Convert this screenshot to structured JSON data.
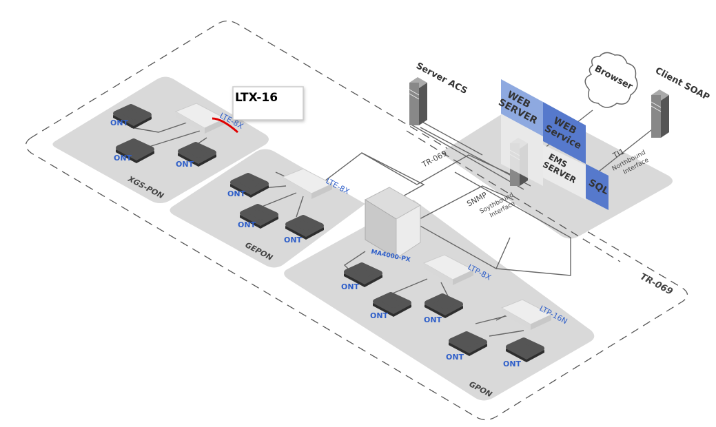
{
  "callout": {
    "title": "LTX-16"
  },
  "zones": {
    "xgs_pon": "XGS-PON",
    "gepon": "GEPON",
    "gpon": "GPON",
    "outer": "TR-069"
  },
  "devices": {
    "ont": "ONT",
    "lte8x_a": "LTE-8X",
    "lte8x_b": "LTE-8X",
    "ma4000": "MA4000-PX",
    "ltp8x": "LTP-8X",
    "ltp16n": "LTP-16N",
    "server_acs": "Server ACS",
    "client_soap": "Client SOAP",
    "browser": "Browser"
  },
  "ems": {
    "web_server": [
      "WEB",
      "SERVER"
    ],
    "web_service": [
      "WEB",
      "Service"
    ],
    "ems_server": [
      "EMS",
      "SERVER"
    ],
    "sql": "SQL"
  },
  "links": {
    "tr069": "TR-069",
    "snmp": "SNMP",
    "southbound": [
      "Soythbound",
      "Interface"
    ],
    "tl1": "TI1",
    "northbound": [
      "Northbound",
      "Interface"
    ]
  },
  "colors": {
    "platform": "#d9d9d9",
    "blue_light": "#8ea9e0",
    "blue_dark": "#5679cc",
    "label": "#2f5fc9",
    "annotation": "#e00000"
  }
}
